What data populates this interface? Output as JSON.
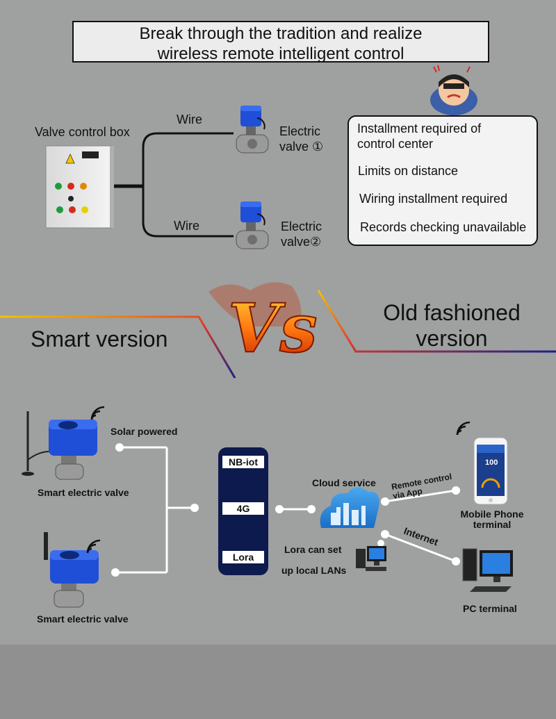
{
  "title": {
    "line1": "Break through the tradition and realize",
    "line2": "wireless remote intelligent control"
  },
  "traditional": {
    "control_box_label": "Valve control box",
    "wire_label_1": "Wire",
    "wire_label_2": "Wire",
    "valve1": {
      "line1": "Electric",
      "line2": "valve ①"
    },
    "valve2": {
      "line1": "Electric",
      "line2": "valve②"
    },
    "issues": [
      "Installment required of",
      "control center",
      "Limits on distance",
      "Wiring installment required",
      "Records checking unavailable"
    ]
  },
  "versus": {
    "smart_label": "Smart version",
    "old_label_line1": "Old fashioned",
    "old_label_line2": "version",
    "vs_text": "Vs"
  },
  "smart": {
    "solar_label": "Solar powered",
    "valve_top_label": "Smart electric valve",
    "valve_bottom_label": "Smart electric valve",
    "network_options": [
      "NB-iot",
      "4G",
      "Lora"
    ],
    "cloud_label": "Cloud service",
    "remote_label_line1": "Remote control",
    "remote_label_line2": "via App",
    "internet_label": "Internet",
    "lora_line1": "Lora can set",
    "lora_line2": "up local LANs",
    "phone_line1": "Mobile Phone",
    "phone_line2": "terminal",
    "phone_screen_value": "100",
    "pc_label": "PC terminal"
  },
  "colors": {
    "background": "#9fa0a0",
    "valve_blue": "#1f4fd6",
    "panel_navy": "#0d1a4d",
    "cloud_blue": "#2b8ae0",
    "accent_yellow": "#f5d800",
    "accent_navy": "#1b1f8a"
  }
}
